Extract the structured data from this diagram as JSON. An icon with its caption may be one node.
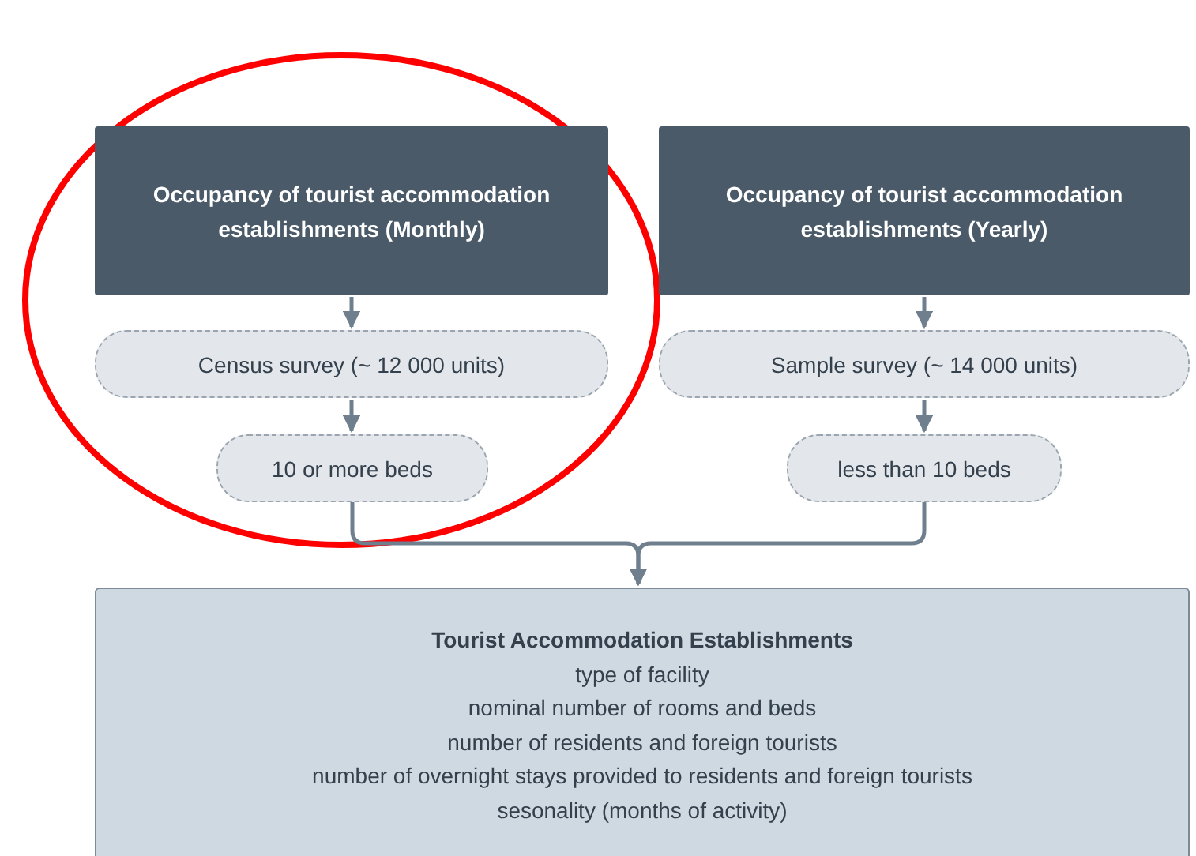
{
  "diagram": {
    "nodes": [
      {
        "text": [
          "Occupancy of tourist accommodation establishments (Monthly)"
        ]
      },
      {
        "text": [
          "Occupancy of tourist accommodation establishments (Yearly)"
        ]
      },
      {
        "text": [
          "Census survey (~ 12 000 units)"
        ]
      },
      {
        "text": [
          "Sample survey (~ 14 000 units)"
        ]
      },
      {
        "text": [
          "10 or more beds"
        ]
      },
      {
        "text": [
          "less than 10 beds"
        ]
      },
      {
        "text": [
          "Tourist Accommodation Establishments",
          "type of facility",
          "nominal number of rooms and beds",
          "number of residents and foreign tourists",
          "number of overnight stays provided to residents and foreign tourists",
          "sesonality (months of activity)"
        ]
      }
    ],
    "edges": [
      {
        "from": 0,
        "to": 2,
        "arrow": "to"
      },
      {
        "from": 1,
        "to": 3,
        "arrow": "to"
      },
      {
        "from": 2,
        "to": 4,
        "arrow": "to"
      },
      {
        "from": 3,
        "to": 5,
        "arrow": "to"
      },
      {
        "from": 4,
        "to": 6,
        "arrow": "to"
      },
      {
        "from": 5,
        "to": 6,
        "arrow": "to"
      }
    ]
  }
}
